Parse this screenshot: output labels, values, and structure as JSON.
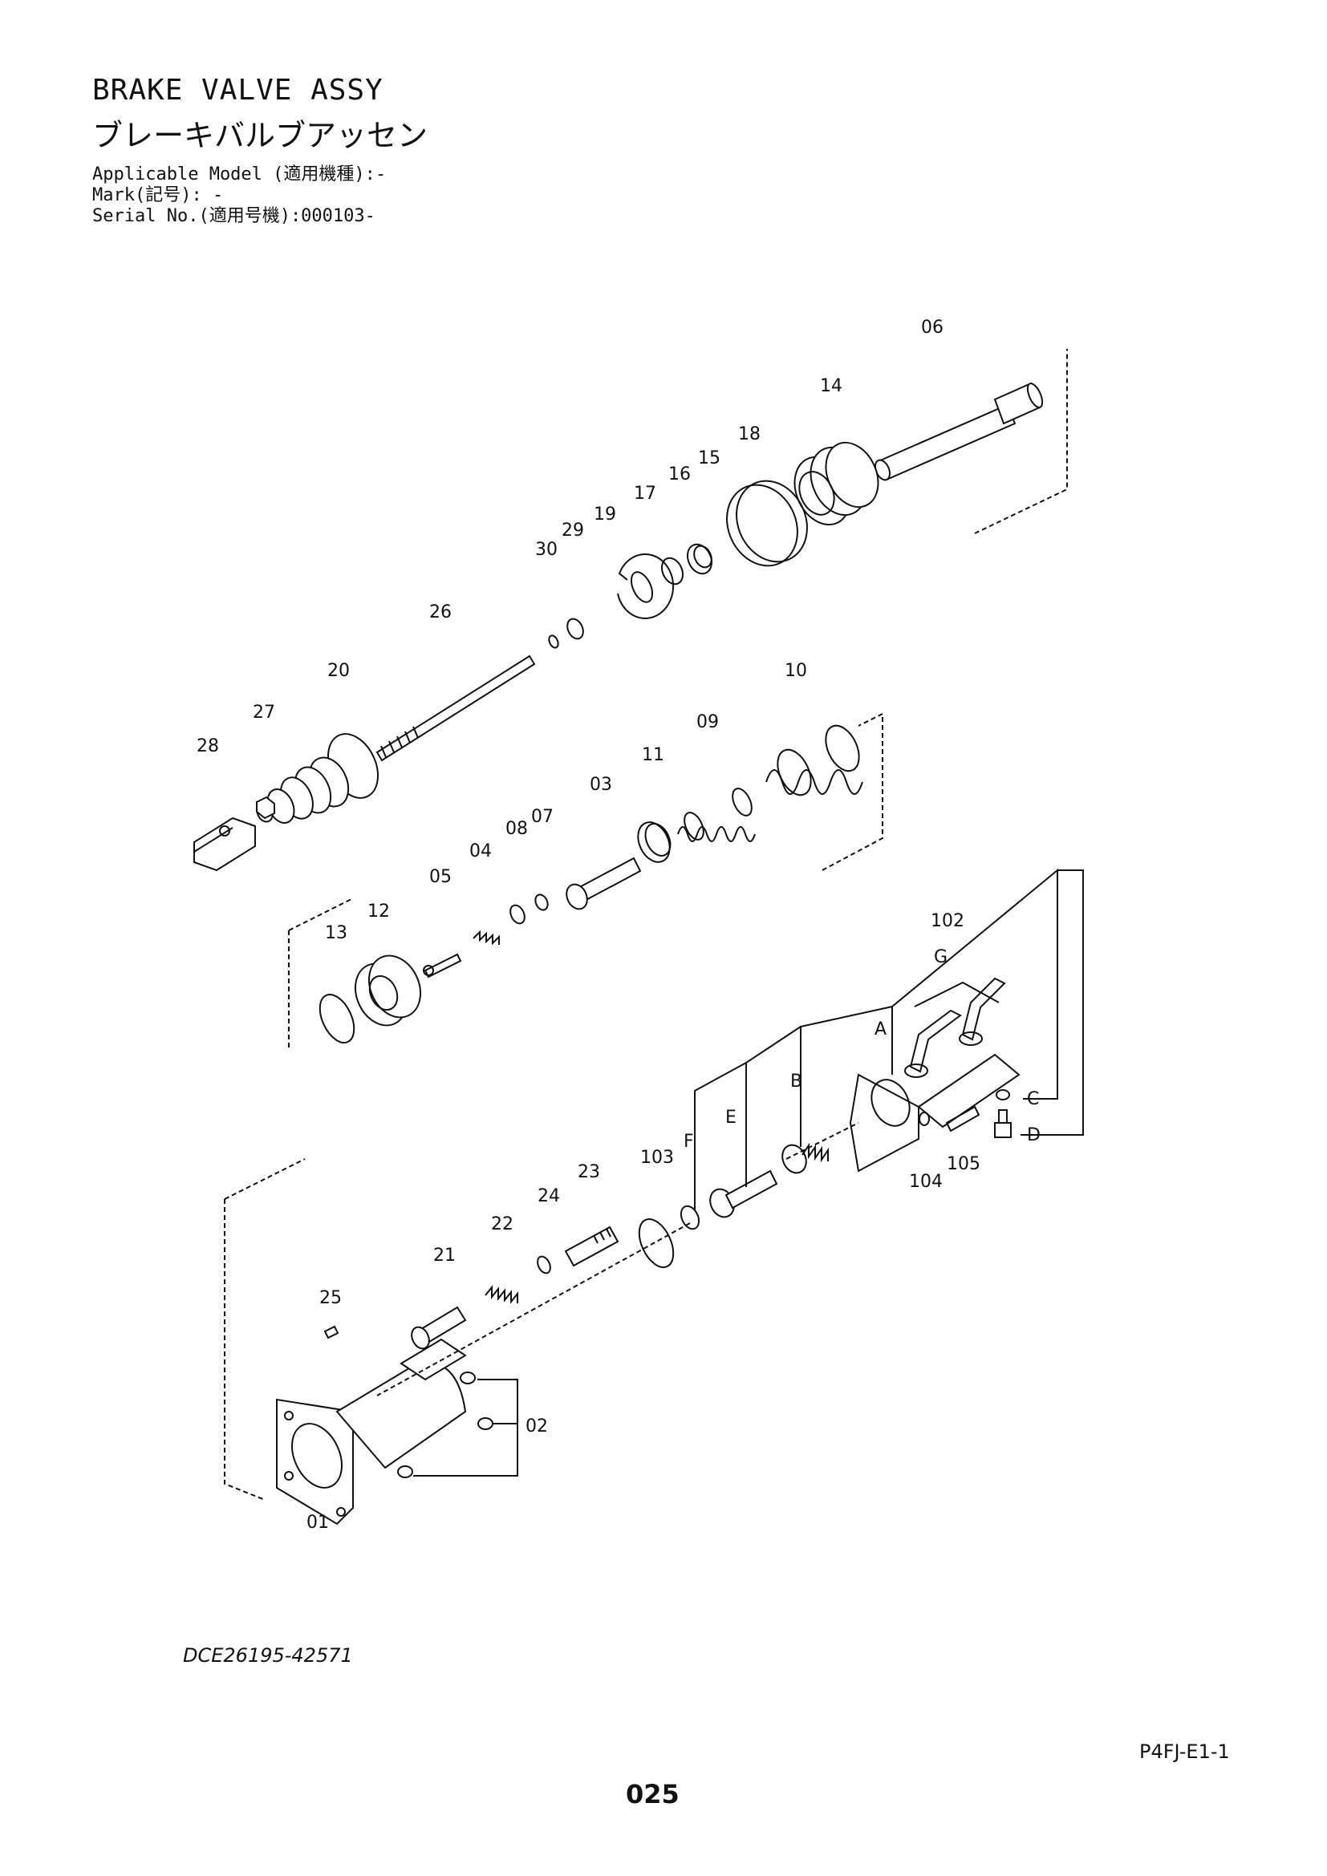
{
  "header": {
    "title": "BRAKE VALVE ASSY",
    "subtitle": "ブレーキバルブアッセン",
    "applicable_model": "Applicable Model (適用機種):-",
    "mark": "Mark(記号): -",
    "serial": "Serial No.(適用号機):000103-"
  },
  "diagram": {
    "part_labels": [
      "06",
      "14",
      "18",
      "15",
      "16",
      "17",
      "19",
      "29",
      "30",
      "26",
      "20",
      "27",
      "28",
      "10",
      "09",
      "11",
      "03",
      "07",
      "08",
      "04",
      "05",
      "12",
      "13",
      "102",
      "G",
      "A",
      "B",
      "E",
      "F",
      "C",
      "D",
      "104",
      "105",
      "103",
      "23",
      "24",
      "22",
      "21",
      "25",
      "02",
      "01"
    ]
  },
  "footer": {
    "doc_id": "DCE26195-42571",
    "page_code": "P4FJ-E1-1",
    "page_number": "025"
  }
}
